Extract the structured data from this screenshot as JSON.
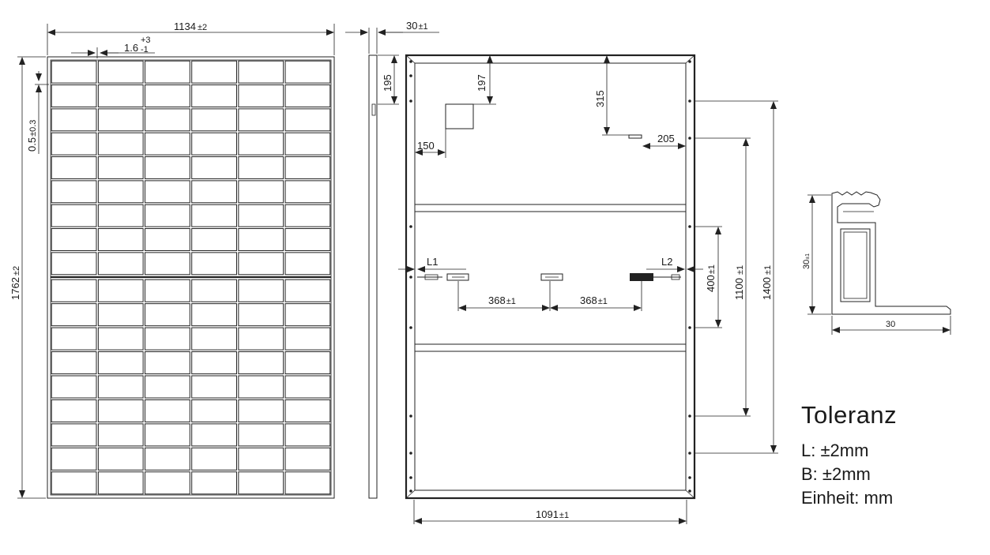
{
  "front": {
    "width_label": "1134",
    "width_tol": "±2",
    "frame_label": "1.6",
    "frame_tol_plus": "+3",
    "frame_tol_minus": "-1",
    "height_label": "1762",
    "height_tol": "±2",
    "gap_label": "0.5",
    "gap_tol": "±0.3",
    "columns": 6,
    "rows_per_half": 9
  },
  "side": {
    "depth_label": "30",
    "depth_tol": "±1",
    "jbox_label": "195"
  },
  "back": {
    "dim_197": "197",
    "dim_150": "150",
    "dim_315": "315",
    "dim_205": "205",
    "l1": "L1",
    "l2": "L2",
    "spacing_1": "368",
    "spacing_1_tol": "±1",
    "spacing_2": "368",
    "spacing_2_tol": "±1",
    "dim_400": "400",
    "dim_400_tol": "±1",
    "dim_1100": "1100",
    "dim_1100_tol": "±1",
    "dim_1400": "1400",
    "dim_1400_tol": "±1",
    "width_label": "1091",
    "width_tol": "±1"
  },
  "profile": {
    "height_label": "30",
    "height_tol": "±1",
    "width_label": "30"
  },
  "legend": {
    "title": "Toleranz",
    "length": "L: ±2mm",
    "width": "B: ±2mm",
    "unit": "Einheit: mm"
  }
}
